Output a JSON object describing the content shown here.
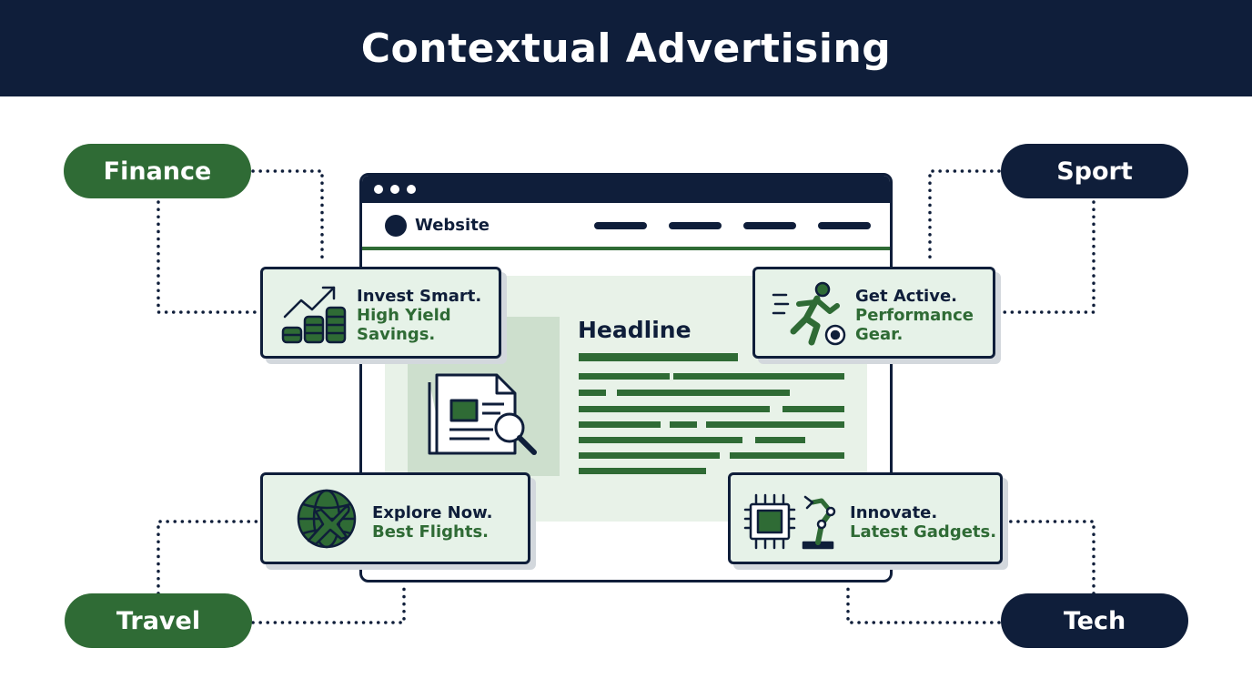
{
  "header": {
    "title": "Contextual Advertising"
  },
  "categories": {
    "finance": "Finance",
    "sport": "Sport",
    "travel": "Travel",
    "tech": "Tech"
  },
  "website": {
    "name": "Website",
    "headline": "Headline"
  },
  "ads": {
    "finance": {
      "line1": "Invest Smart.",
      "line2": "High Yield",
      "line3": "Savings."
    },
    "sport": {
      "line1": "Get Active.",
      "line2": "Performance",
      "line3": "Gear."
    },
    "travel": {
      "line1": "Explore Now.",
      "line2": "Best Flights."
    },
    "tech": {
      "line1": "Innovate.",
      "line2": "Latest Gadgets."
    }
  },
  "colors": {
    "navy": "#0f1e3a",
    "green": "#2f6b35",
    "card_bg": "#e6f2e8",
    "content_bg": "#e8f2e8"
  },
  "icons": {
    "finance": "growth-coins-icon",
    "sport": "runner-ball-icon",
    "travel": "globe-plane-icon",
    "tech": "chip-robot-arm-icon",
    "content": "document-search-icon"
  }
}
